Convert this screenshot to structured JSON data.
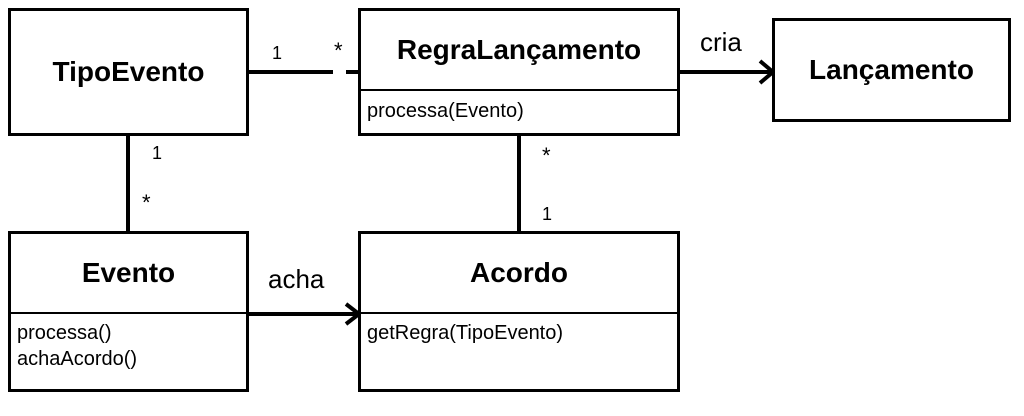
{
  "classes": {
    "tipo_evento": {
      "name": "TipoEvento"
    },
    "regra_lancamento": {
      "name": "RegraLançamento",
      "operations": [
        "processa(Evento)"
      ]
    },
    "lancamento": {
      "name": "Lançamento"
    },
    "evento": {
      "name": "Evento",
      "operations": [
        "processa()",
        "achaAcordo()"
      ]
    },
    "acordo": {
      "name": "Acordo",
      "operations": [
        "getRegra(TipoEvento)"
      ]
    }
  },
  "associations": {
    "tipo_regra": {
      "from_multiplicity": "1",
      "to_multiplicity": "*"
    },
    "regra_lancamento": {
      "label": "cria"
    },
    "tipo_evento": {
      "from_multiplicity": "1",
      "to_multiplicity": "*"
    },
    "evento_acordo": {
      "label": "acha"
    },
    "regra_acordo": {
      "from_multiplicity": "*",
      "to_multiplicity": "1"
    }
  }
}
